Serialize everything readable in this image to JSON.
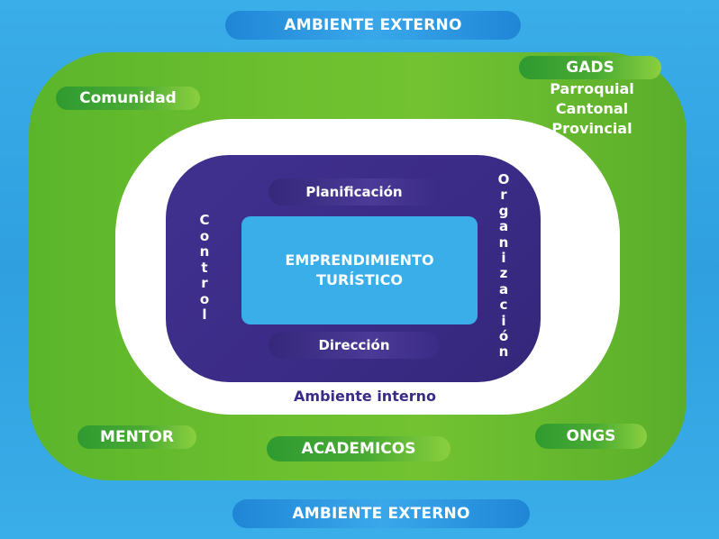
{
  "external": {
    "top_label": "AMBIENTE EXTERNO",
    "bottom_label": "AMBIENTE EXTERNO"
  },
  "green_zone": {
    "comunidad": "Comunidad",
    "gads": {
      "title": "GADS",
      "lines": [
        "Parroquial",
        "Cantonal",
        "Provincial"
      ]
    },
    "mentor": "MENTOR",
    "academicos": "ACADEMICOS",
    "ongs": "ONGS"
  },
  "internal": {
    "label": "Ambiente interno",
    "planificacion": "Planificación",
    "direccion": "Dirección",
    "control": "Control",
    "organizacion": "Organización"
  },
  "core": {
    "line1": "EMPRENDIMIENTO",
    "line2": "TURÍSTICO"
  },
  "colors": {
    "background_blue": "#3aaee8",
    "external_pill_blue": "#1f86d6",
    "green": "#6dc02f",
    "dark_green": "#2f9a31",
    "purple": "#3a2b86",
    "white": "#ffffff"
  }
}
